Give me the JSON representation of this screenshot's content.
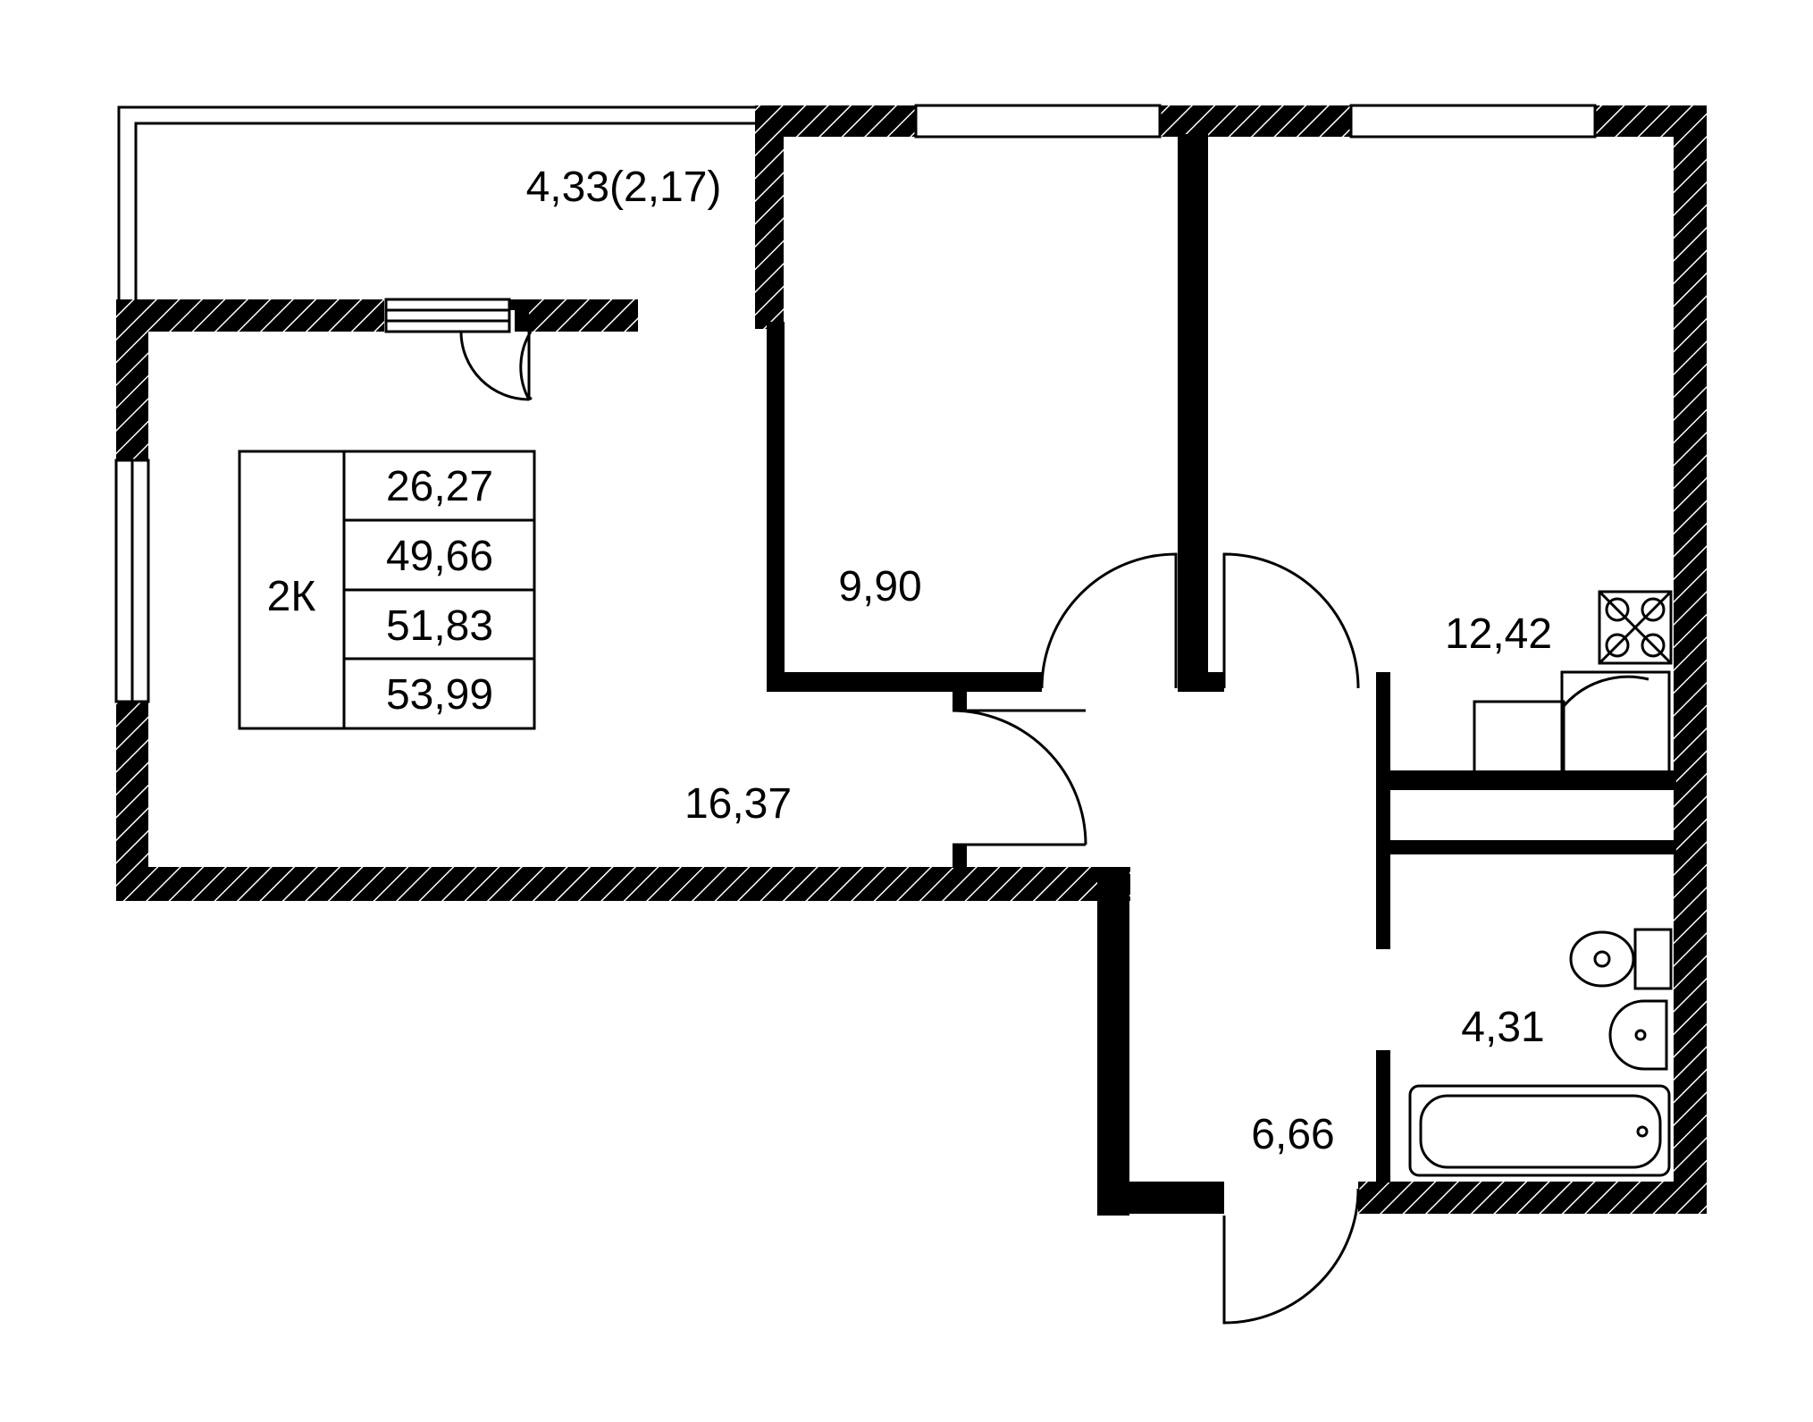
{
  "plan": {
    "unit_type": "2К",
    "areas": {
      "living_area": "26,27",
      "total_area": "49,66",
      "area_with_balcony_reduced": "51,83",
      "area_with_balcony_full": "53,99"
    },
    "rooms": [
      {
        "id": "balcony",
        "area": "4,33(2,17)"
      },
      {
        "id": "living-room",
        "area": "16,37"
      },
      {
        "id": "bedroom",
        "area": "9,90"
      },
      {
        "id": "kitchen",
        "area": "12,42"
      },
      {
        "id": "hallway",
        "area": "6,66"
      },
      {
        "id": "bathroom",
        "area": "4,31"
      }
    ]
  },
  "colors": {
    "wall": "#000000",
    "background": "#ffffff"
  }
}
